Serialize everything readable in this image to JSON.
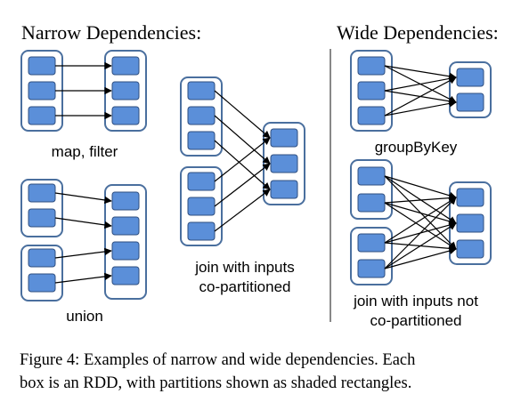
{
  "headings": {
    "narrow": "Narrow Dependencies:",
    "wide": "Wide Dependencies:"
  },
  "labels": {
    "map_filter": "map, filter",
    "union": "union",
    "join_copart_1": "join with inputs",
    "join_copart_2": "co-partitioned",
    "group_by_key": "groupByKey",
    "join_not_copart_1": "join with inputs not",
    "join_not_copart_2": "co-partitioned"
  },
  "caption": {
    "line1": "Figure 4: Examples of narrow and wide dependencies. Each",
    "line2": "box is an RDD, with partitions shown as shaded rectangles."
  },
  "colors": {
    "partition_fill": "#5b8fd9",
    "partition_stroke": "#2f4f80",
    "rdd_border": "#4a6f9e"
  }
}
